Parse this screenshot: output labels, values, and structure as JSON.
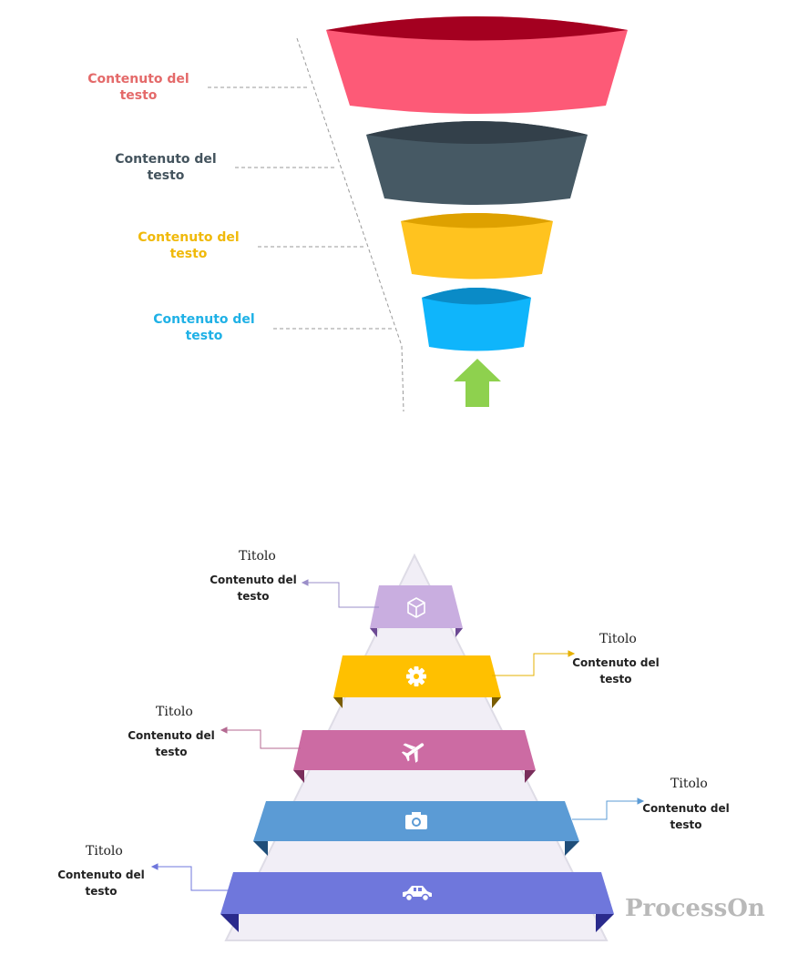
{
  "funnel": {
    "labels": [
      {
        "text": "Contenuto del testo",
        "color": "#e46a6a"
      },
      {
        "text": "Contenuto del testo",
        "color": "#44545e"
      },
      {
        "text": "Contenuto del testo",
        "color": "#f0b90a"
      },
      {
        "text": "Contenuto del testo",
        "color": "#1fb1e6"
      }
    ],
    "colors": {
      "layer1": "#fd5a77",
      "layer1_top": "#a40020",
      "layer2": "#465964",
      "layer2_top": "#33404a",
      "layer3": "#ffc31f",
      "layer3_top": "#dea100",
      "layer4": "#0fb5fb",
      "layer4_top": "#0a8bc7",
      "arrow": "#8ed14e"
    }
  },
  "pyramid": {
    "levels": [
      {
        "title": "Titolo",
        "text": "Contenuto del testo",
        "icon": "cube-icon",
        "color": "#c9aee0"
      },
      {
        "title": "Titolo",
        "text": "Contenuto del testo",
        "icon": "gear-icon",
        "color": "#ffc000"
      },
      {
        "title": "Titolo",
        "text": "Contenuto del testo",
        "icon": "airplane-icon",
        "color": "#cc6ba3"
      },
      {
        "title": "Titolo",
        "text": "Contenuto del testo",
        "icon": "camera-icon",
        "color": "#5b9bd5"
      },
      {
        "title": "Titolo",
        "text": "Contenuto del testo",
        "icon": "car-icon",
        "color": "#6f77dc"
      }
    ]
  },
  "watermark": "ProcessOn"
}
